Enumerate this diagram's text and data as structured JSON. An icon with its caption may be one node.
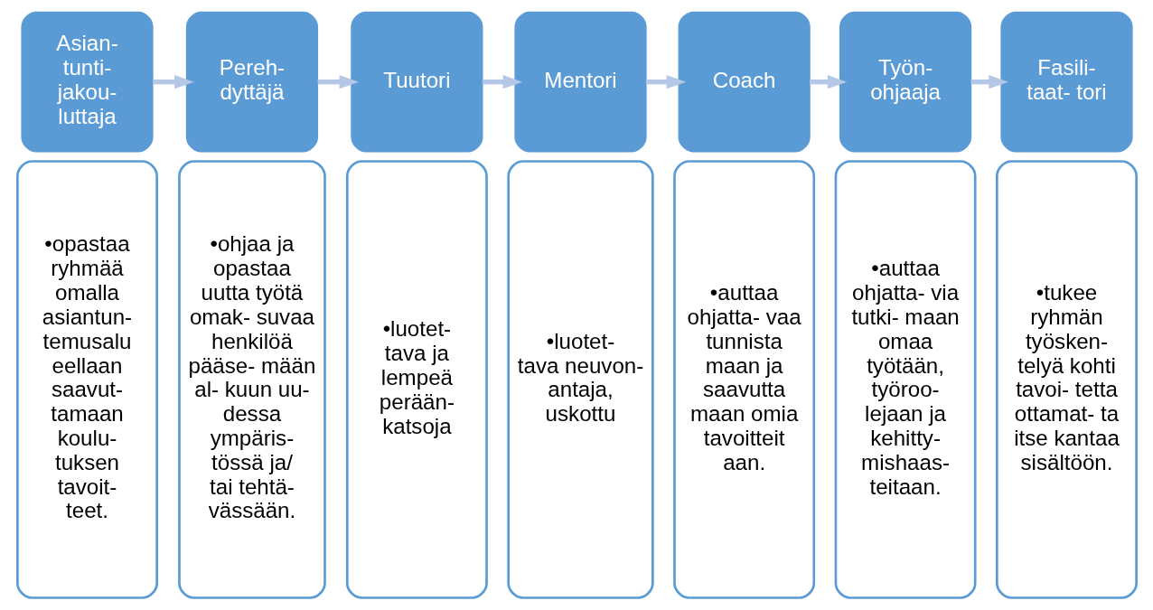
{
  "diagram": {
    "nodes": [
      {
        "text": [
          "Asian- tunti- jakou- luttaja"
        ]
      },
      {
        "text": [
          "•opastaa ryhmää omalla asiantun- temusalu eellaan saavut- tamaan koulu- tuksen tavoit- teet."
        ]
      },
      {
        "text": [
          "Pereh- dyttäjä"
        ]
      },
      {
        "text": [
          "•ohjaa ja opastaa uutta työtä omak- suvaa henkilöä pääse- mään al- kuun uu- dessa ympäris- tössä ja/ tai tehtä- vässään."
        ]
      },
      {
        "text": [
          "Tuutori"
        ]
      },
      {
        "text": [
          "•luotet- tava ja lempeä perään- katsoja"
        ]
      },
      {
        "text": [
          "Mentori"
        ]
      },
      {
        "text": [
          "•luotet- tava neuvon- antaja, uskottu"
        ]
      },
      {
        "text": [
          "Coach"
        ]
      },
      {
        "text": [
          "•auttaa ohjatta- vaa tunnista maan ja saavutta maan omia tavoitteit aan."
        ]
      },
      {
        "text": [
          "Työn- ohjaaja"
        ]
      },
      {
        "text": [
          "•auttaa ohjatta- via tutki- maan omaa työtään, työroo- lejaan ja kehitty- mishaas- teitaan."
        ]
      },
      {
        "text": [
          "Fasili- taat- tori"
        ]
      },
      {
        "text": [
          "•tukee ryhmän työsken- telyä kohti tavoi- tetta ottamat- ta itse kantaa sisältöön."
        ]
      }
    ],
    "edges": [
      {
        "from": 0,
        "to": 2,
        "arrow": "to"
      },
      {
        "from": 2,
        "to": 4,
        "arrow": "to"
      },
      {
        "from": 4,
        "to": 6,
        "arrow": "to"
      },
      {
        "from": 6,
        "to": 8,
        "arrow": "to"
      },
      {
        "from": 8,
        "to": 10,
        "arrow": "to"
      },
      {
        "from": 10,
        "to": 12,
        "arrow": "to"
      }
    ]
  }
}
